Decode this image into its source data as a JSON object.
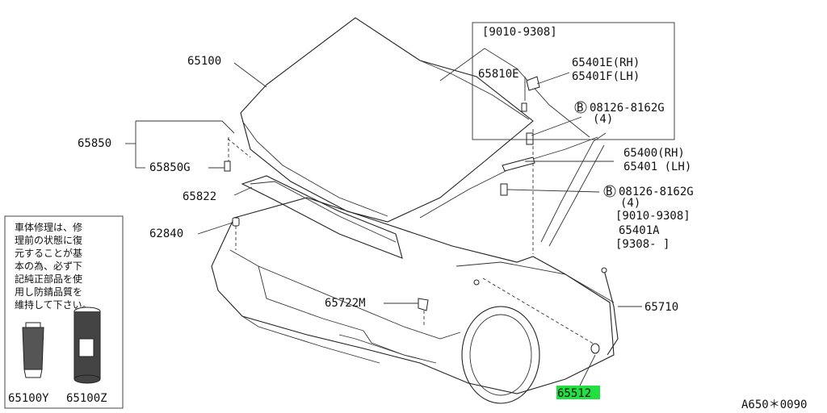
{
  "callouts": {
    "hood": "65100",
    "hood_seal_group": "65850",
    "hood_seal_clip": "65850G",
    "hood_front_seal": "65822",
    "bumper_clip": "62840",
    "hood_support_clip": "65722M",
    "hood_rod": "65710",
    "lock_clip": "65512",
    "tube_paste": "65100Y",
    "spray_can": "65100Z"
  },
  "hinge_inset": {
    "range": "[9010-9308]",
    "stopper": "65810E",
    "hinge_rh": "65401E(RH)",
    "hinge_lh": "65401F(LH)"
  },
  "hinge_main": {
    "bolt_top_code": "08126-8162G",
    "bolt_top_qty": "(4)",
    "hinge_rh": "65400(RH)",
    "hinge_lh": "65401 (LH)",
    "bolt_bottom_code": "08126-8162G",
    "bolt_bottom_qty": "(4)",
    "range_a": "[9010-9308]",
    "alt_hinge": "65401A",
    "range_b": "[9308-      ]",
    "bolt_marker": "B"
  },
  "note": {
    "lines": [
      "車体修理は、修",
      "理前の状態に復",
      "元することが基",
      "本の為、必ず下",
      "記純正部品を使",
      "用し防錆品質を",
      "維持して下さい。"
    ]
  },
  "footer_code": "A650＊0090",
  "colors": {
    "highlight": "#22e040",
    "ink": "#222222"
  }
}
